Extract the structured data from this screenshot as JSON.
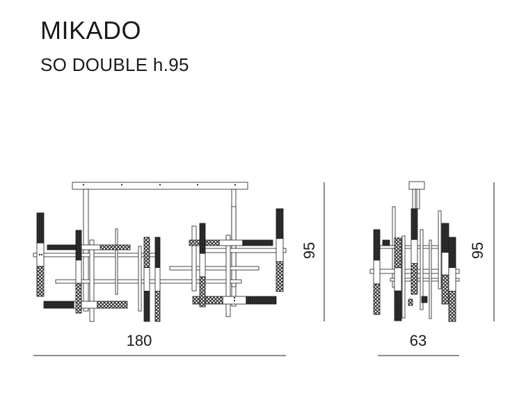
{
  "header": {
    "title": "MIKADO",
    "subtitle": "SO DOUBLE h.95"
  },
  "front_view": {
    "width_label": "180",
    "height_label": "95"
  },
  "side_view": {
    "depth_label": "63",
    "height_label": "95"
  },
  "colors": {
    "line": "#1a1a1a",
    "dark_diffuser": "#262626",
    "background": "#ffffff"
  }
}
